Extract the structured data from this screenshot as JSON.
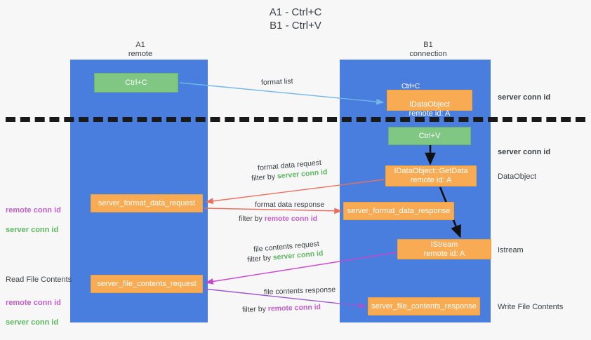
{
  "title": "A1 - Ctrl+C\nB1 - Ctrl+V",
  "lanes": [
    {
      "name": "A1",
      "sub": "remote",
      "label": "A1\nremote"
    },
    {
      "name": "B1",
      "sub": "connection",
      "label": "B1\nconnection"
    }
  ],
  "nodes": {
    "ctrl_c": {
      "label": "Ctrl+C",
      "color": "#81c784"
    },
    "idataobject": {
      "line1": "IDataObject",
      "line1_overlay": "Ctrl+C",
      "line2": "remote id: A",
      "color": "#f9ab53"
    },
    "ctrl_v": {
      "label": "Ctrl+V",
      "color": "#81c784"
    },
    "getdata": {
      "line1": "IDataObject::GetData",
      "line2": "remote id: A",
      "color": "#f9ab53"
    },
    "server_format_data_request": {
      "label": "server_format_data_request",
      "color": "#f9ab53"
    },
    "server_format_data_response": {
      "label": "server_format_data_response",
      "color": "#f9ab53"
    },
    "istream": {
      "line1": "IStream",
      "line2": "remote id: A",
      "color": "#f9ab53"
    },
    "server_file_contents_request": {
      "label": "server_file_contents_request",
      "color": "#f9ab53"
    },
    "server_file_contents_response": {
      "label": "server_file_contents_response",
      "color": "#f9ab53"
    }
  },
  "edge_labels": {
    "format_list": "format list",
    "format_data_request": "format data request",
    "format_data_request_filter_prefix": "filter by ",
    "format_data_request_filter_value": "server conn id",
    "format_data_response": "format data response",
    "format_data_response_filter_prefix": "filter by ",
    "format_data_response_filter_value": "remote conn id",
    "file_contents_request": "file contents request",
    "file_contents_request_filter_prefix": "filter by ",
    "file_contents_request_filter_value": "server conn id",
    "file_contents_response": "file contents response",
    "file_contents_response_filter_prefix": "filter by ",
    "file_contents_response_filter_value": "remote conn id"
  },
  "annotations": {
    "server_conn_id_top": "server conn id",
    "server_conn_id_mid": "server conn id",
    "dataobject": "DataObject",
    "istream": "Istream",
    "write_file_contents": "Write File Contents",
    "read_file_contents": "Read File Contents",
    "left_conn_1": "remote conn id\nserver conn id",
    "left_conn_2": "remote conn id\nserver conn id"
  },
  "colors": {
    "lane": "#4a7ede",
    "orange": "#f9ab53",
    "green_box": "#81c784",
    "green_text": "#5cb85f",
    "purple_text": "#c45ec9",
    "divider": "#1a1a1a",
    "arrow_blue": "#6fb6e8",
    "arrow_red": "#e8705f",
    "arrow_magenta": "#cc44cc",
    "arrow_purple": "#9b59d0",
    "arrow_black": "#111111",
    "background": "#f7f7f7"
  }
}
